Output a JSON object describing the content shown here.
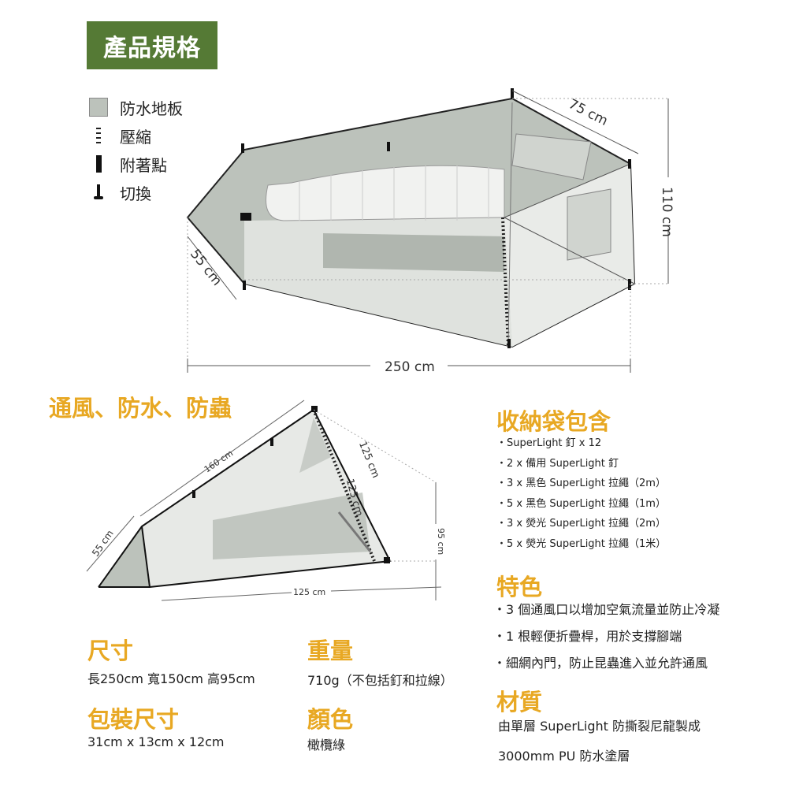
{
  "header": {
    "title": "產品規格"
  },
  "legend": [
    {
      "icon": "floor-swatch-icon",
      "label": "防水地板"
    },
    {
      "icon": "compression-icon",
      "label": "壓縮"
    },
    {
      "icon": "attachment-point-icon",
      "label": "附著點"
    },
    {
      "icon": "toggle-icon",
      "label": "切換"
    }
  ],
  "top_diagram": {
    "dim_width_top": "75 cm",
    "dim_height": "110 cm",
    "dim_width_foot": "55 cm",
    "dim_length": "250 cm"
  },
  "side_heading": "通風、防水、防蟲",
  "side_diagram": {
    "dim_ridge": "160 cm",
    "dim_pole1": "125 cm",
    "dim_pole2": "125 cm",
    "dim_foot": "55 cm",
    "dim_height": "95 cm",
    "dim_base": "125 cm"
  },
  "package": {
    "title": "收納袋包含",
    "items": [
      "・SuperLight 釘 x 12",
      "・2 x 備用 SuperLight 釘",
      "・3 x 黑色 SuperLight 拉繩（2m）",
      "・5 x 黑色 SuperLight 拉繩（1m）",
      "・3 x 熒光 SuperLight 拉繩（2m）",
      "・5 x 熒光 SuperLight 拉繩（1米）"
    ]
  },
  "features": {
    "title": "特色",
    "items": [
      "・3 個通風口以增加空氣流量並防止冷凝",
      "・1 根輕便折疊桿，用於支撐腳端",
      "・細網內門，防止昆蟲進入並允許通風"
    ]
  },
  "material": {
    "title": "材質",
    "lines": [
      "由單層 SuperLight 防撕裂尼龍製成",
      "3000mm PU 防水塗層"
    ]
  },
  "specs": {
    "size": {
      "title": "尺寸",
      "value": "長250cm 寬150cm 高95cm"
    },
    "weight": {
      "title": "重量",
      "value": "710g（不包括釘和拉線）"
    },
    "pack_size": {
      "title": "包裝尺寸",
      "value": "31cm x 13cm x 12cm"
    },
    "color": {
      "title": "顏色",
      "value": "橄欖綠"
    }
  },
  "colors": {
    "accent_green": "#557a35",
    "heading_yellow": "#e8a823",
    "floor_gray": "#bcc2bb"
  }
}
